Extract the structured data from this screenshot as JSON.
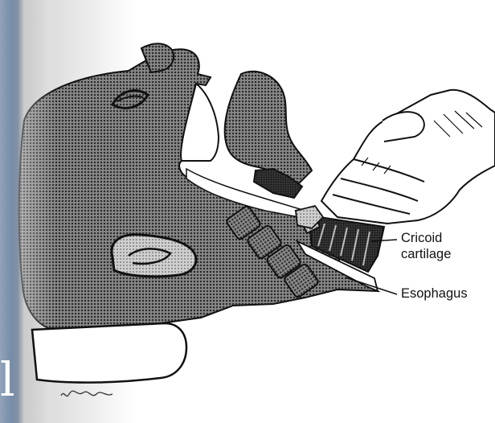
{
  "labels": {
    "cricoid_line1": "Cricoid",
    "cricoid_line2": "cartilage",
    "esophagus": "Esophagus"
  },
  "slide": {
    "edge_glyph": "l",
    "accent_color": "#0d3366"
  },
  "signature": "Fetter"
}
